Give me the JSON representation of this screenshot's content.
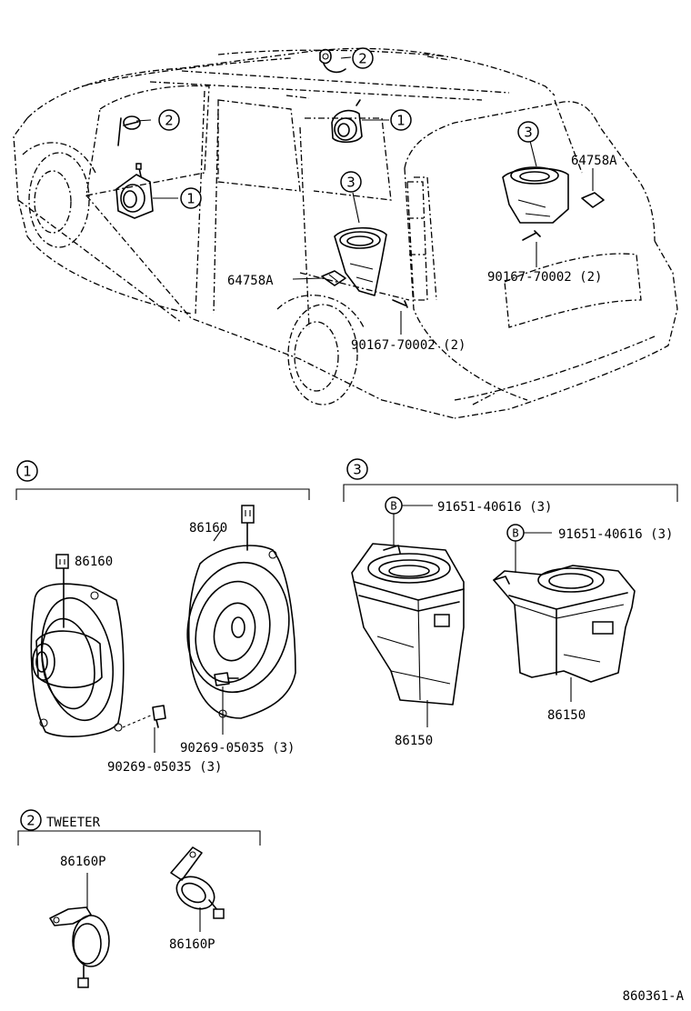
{
  "callouts": {
    "c1": "1",
    "c2": "2",
    "c3": "3"
  },
  "vehicle_labels": {
    "bracket_left": "64758A",
    "bracket_right": "64758A",
    "screw_left": "90167-70002 (2)",
    "screw_right": "90167-70002 (2)"
  },
  "group1": {
    "number": "1",
    "speaker_left": "86160",
    "speaker_right": "86160",
    "screw_left": "90269-05035 (3)",
    "screw_right": "90269-05035 (3)"
  },
  "group2": {
    "number": "2",
    "title": "TWEETER",
    "part_top": "86160P",
    "part_bottom": "86160P"
  },
  "group3": {
    "number": "3",
    "bolt_badge": "B",
    "bolt_left": "91651-40616 (3)",
    "bolt_right": "91651-40616 (3)",
    "box_left": "86150",
    "box_right": "86150"
  },
  "diagram_code": "860361-A"
}
